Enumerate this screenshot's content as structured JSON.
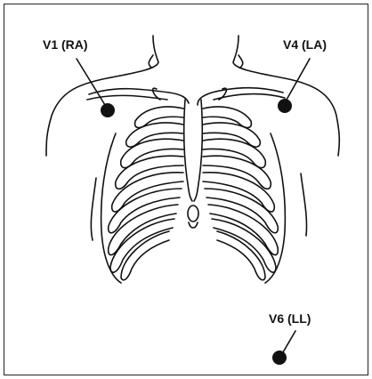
{
  "labels": {
    "v1": "V1 (RA)",
    "v4": "V4 (LA)",
    "v6": "V6 (LL)"
  },
  "colors": {
    "ink": "#111111",
    "background": "#ffffff"
  }
}
